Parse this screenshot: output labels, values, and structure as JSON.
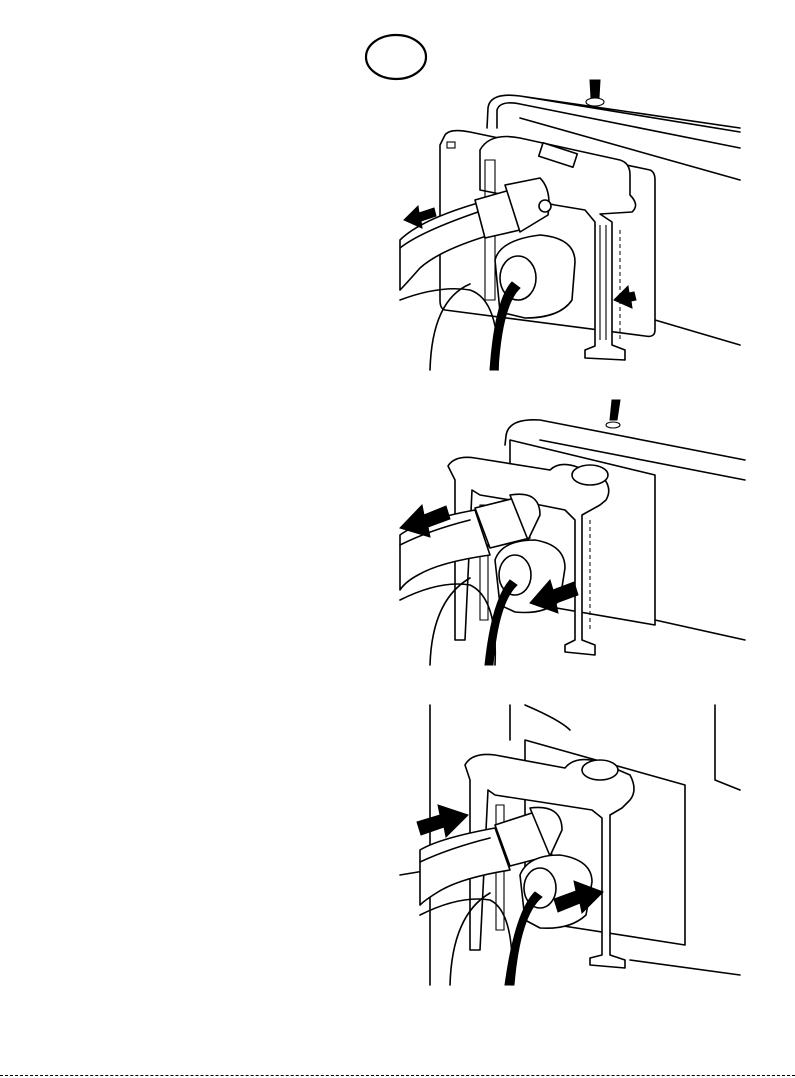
{
  "page": {
    "background": "#ffffff",
    "ink": "#000000"
  },
  "figure": {
    "badge": {
      "shape": "circle",
      "text": ""
    },
    "panels": [
      {
        "name": "step-1",
        "arrows": [
          "outward-left",
          "inward-left"
        ]
      },
      {
        "name": "step-2",
        "arrows": [
          "outward-left",
          "inward-left"
        ]
      },
      {
        "name": "step-3",
        "arrows": [
          "inward-right",
          "inward-right"
        ]
      }
    ]
  }
}
